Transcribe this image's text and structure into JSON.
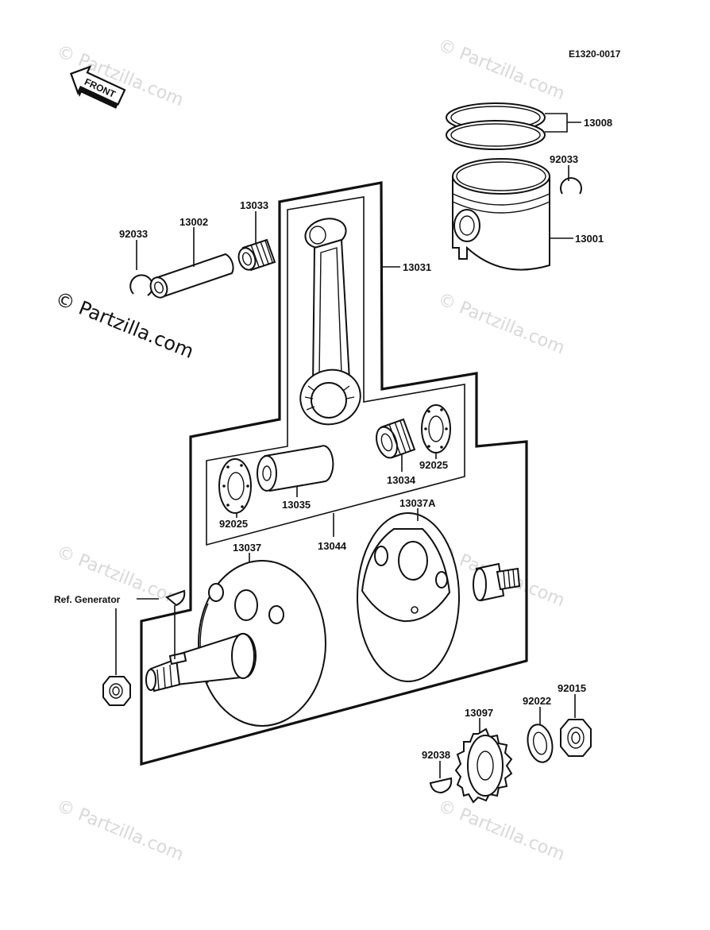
{
  "diagram_code": "E1320-0017",
  "front_label": "FRONT",
  "ref_label": "Ref. Generator",
  "watermark": "© Partzilla.com",
  "parts": {
    "p13008": "13008",
    "p92033_right": "92033",
    "p13001": "13001",
    "p13033": "13033",
    "p13002": "13002",
    "p92033_left": "92033",
    "p13031": "13031",
    "p13034": "13034",
    "p92025_right": "92025",
    "p92025_left": "92025",
    "p13035": "13035",
    "p13037A": "13037A",
    "p13037": "13037",
    "p13044": "13044",
    "p13097": "13097",
    "p92022": "92022",
    "p92015": "92015",
    "p92038": "92038"
  }
}
